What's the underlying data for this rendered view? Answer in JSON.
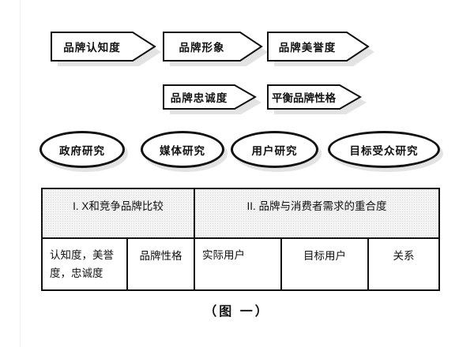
{
  "flow": {
    "row1": [
      "品牌认知度",
      "品牌形象",
      "品牌美誉度"
    ],
    "row2": [
      "品牌忠诚度",
      "平衡品牌性格"
    ]
  },
  "research": [
    "政府研究",
    "媒体研究",
    "用户研究",
    "目标受众研究"
  ],
  "table": {
    "header1": "I.  X和竞争品牌比较",
    "header2": "II.  品牌与消费者需求的重合度",
    "cells": [
      "认知度，美誉度，忠诚度",
      "品牌性格",
      "实际用户",
      "目标用户",
      "关系"
    ]
  },
  "caption": "（图  一）",
  "colors": {
    "ink": "#111111",
    "shape_fill": "#ffffff",
    "shadow": "#e3e3e3",
    "header_fill": "#f3f3f3"
  }
}
